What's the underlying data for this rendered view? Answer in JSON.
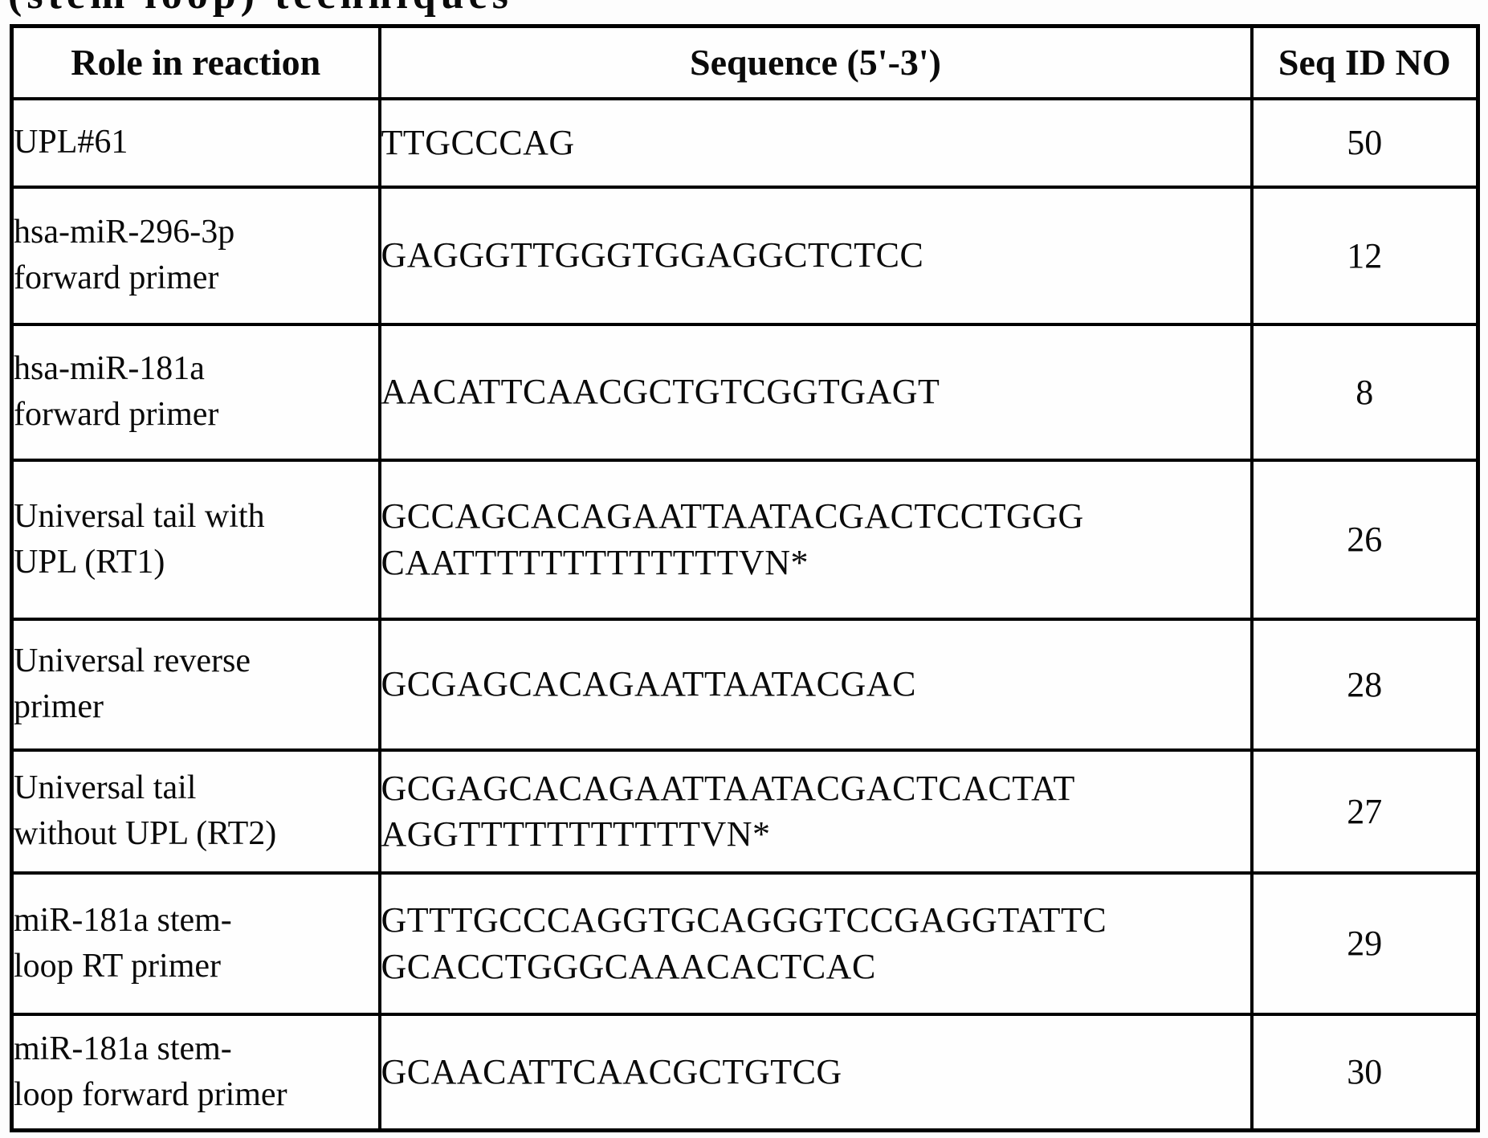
{
  "page": {
    "top_clipped_text": "(stem loop) techniques"
  },
  "table": {
    "columns": [
      "Role in reaction",
      "Sequence (5'-3')",
      "Seq ID NO"
    ],
    "rows": [
      {
        "role": "UPL#61",
        "sequence": "TTGCCCAG",
        "seq_id": "50"
      },
      {
        "role": "hsa-miR-296-3p\nforward primer",
        "sequence": "GAGGGTTGGGTGGAGGCTCTCC",
        "seq_id": "12"
      },
      {
        "role": "hsa-miR-181a\nforward primer",
        "sequence": "AACATTCAACGCTGTCGGTGAGT",
        "seq_id": "8"
      },
      {
        "role": "Universal tail with\nUPL (RT1)",
        "sequence": "GCCAGCACAGAATTAATACGACTCCTGGG\nCAATTTTTTTTTTTTTVN*",
        "seq_id": "26"
      },
      {
        "role": "Universal reverse\nprimer",
        "sequence": "GCGAGCACAGAATTAATACGAC",
        "seq_id": "28"
      },
      {
        "role": "Universal tail\nwithout UPL (RT2)",
        "sequence": "GCGAGCACAGAATTAATACGACTCACTAT\nAGGTTTTTTTTTTTVN*",
        "seq_id": "27"
      },
      {
        "role": "miR-181a stem-\nloop RT primer",
        "sequence": "GTTTGCCCAGGTGCAGGGTCCGAGGTATTC\nGCACCTGGGCAAACACTCAC",
        "seq_id": "29"
      },
      {
        "role": "miR-181a stem-\nloop forward primer",
        "sequence": "GCAACATTCAACGCTGTCG",
        "seq_id": "30"
      }
    ]
  }
}
